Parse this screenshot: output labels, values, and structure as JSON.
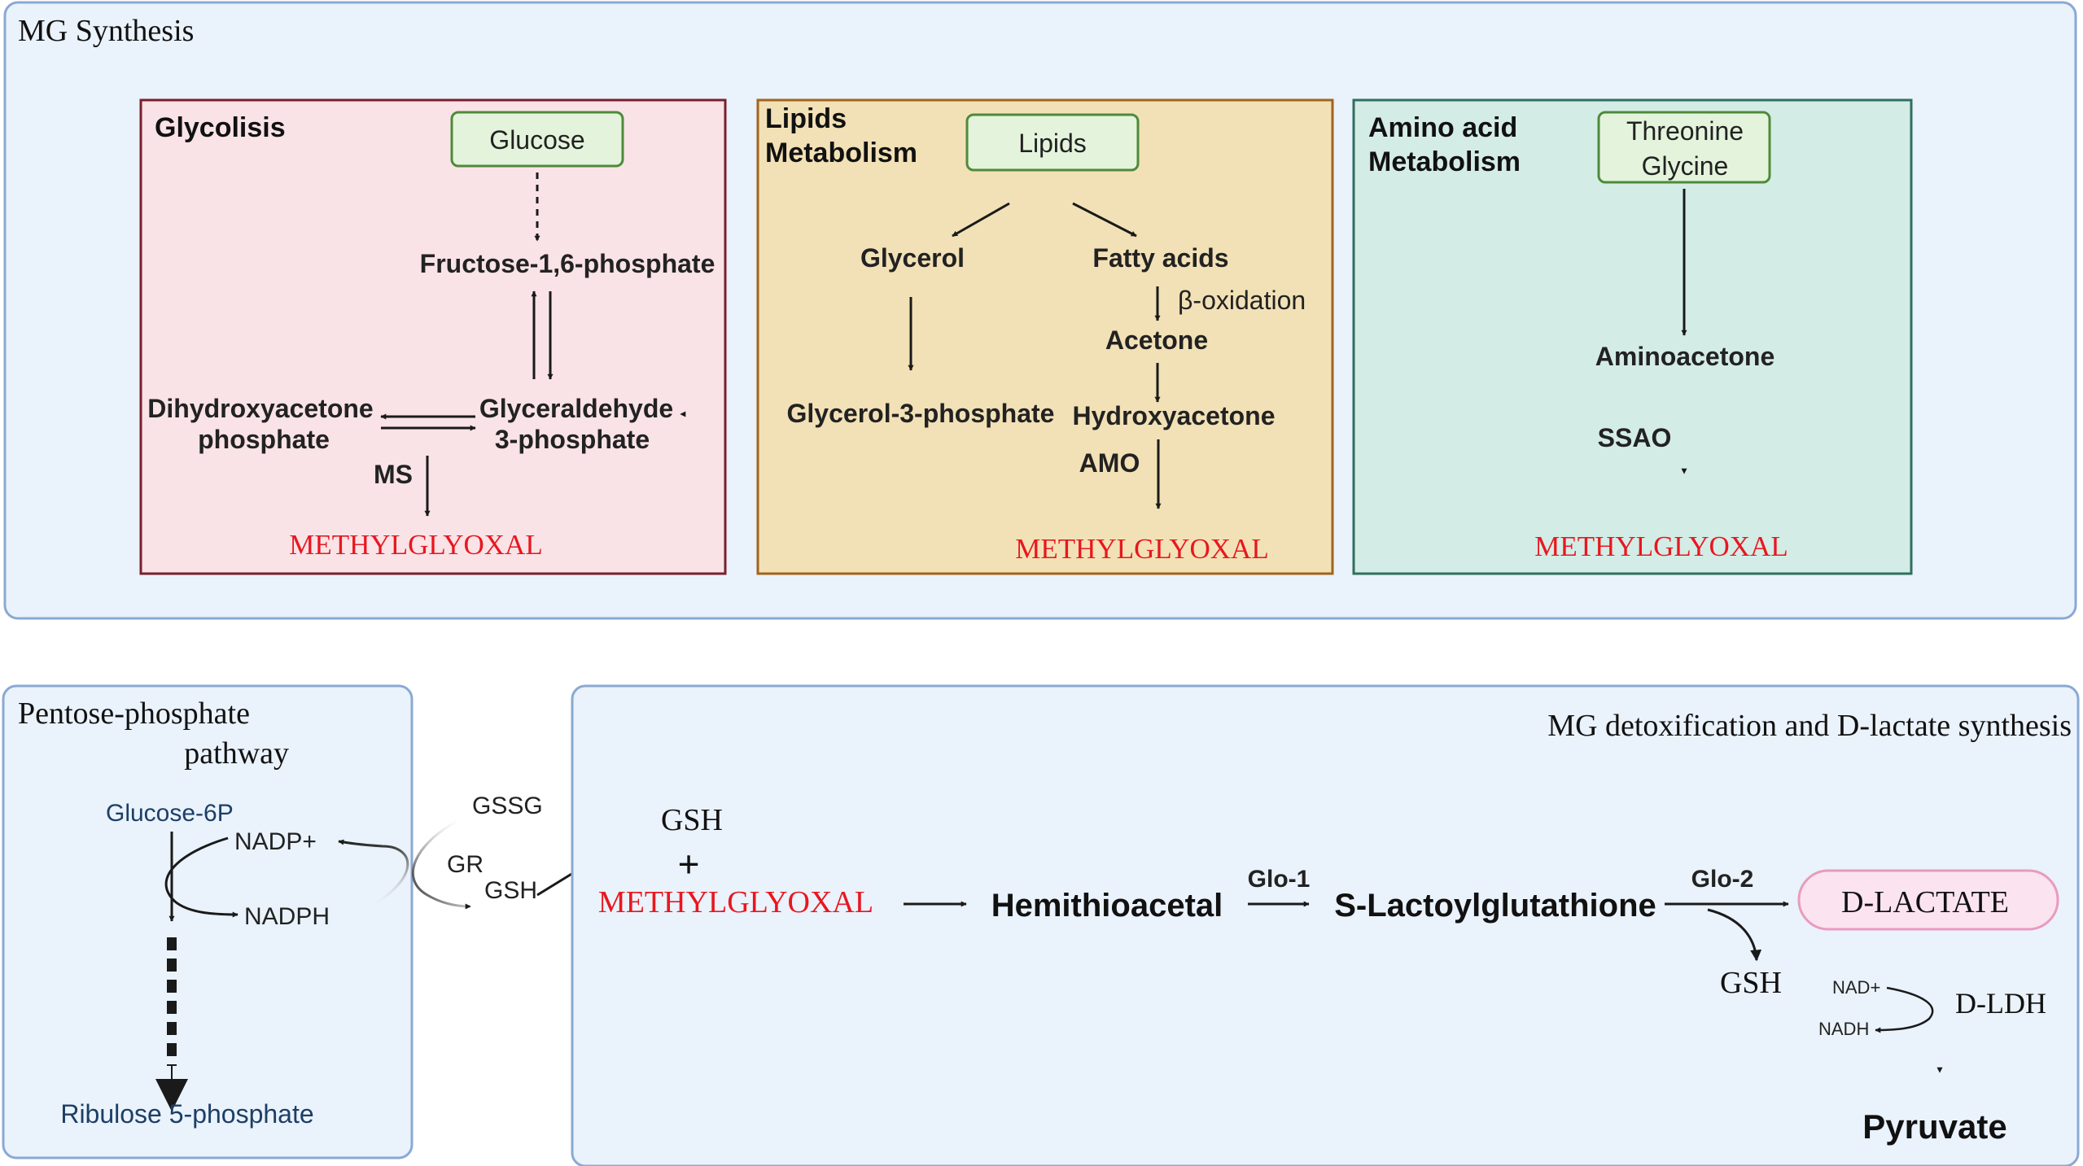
{
  "colors": {
    "panel_fill": "#eaf2fb",
    "panel_stroke": "#8aa9d3",
    "glyco_fill": "#f9e3e7",
    "glyco_stroke": "#7a1f2c",
    "lipid_fill": "#f2e1b6",
    "lipid_stroke": "#a0641c",
    "amino_fill": "#d4ece6",
    "amino_stroke": "#2f6f5f",
    "green_fill": "#e4f4dc",
    "green_stroke": "#4e8a3a",
    "red": "#e8171f",
    "blue_text": "#1c3f66",
    "dlactate_fill": "#fbe4ef",
    "dlactate_stroke": "#e99bbf"
  },
  "mg_synthesis": {
    "title": "MG Synthesis",
    "glycolisis": {
      "title": "Glycolisis",
      "glucose": "Glucose",
      "f16p": "Fructose-1,6-phosphate",
      "dhap_line1": "Dihydroxyacetone",
      "dhap_line2": "phosphate",
      "g3p_line1": "Glyceraldehyde",
      "g3p_line2": "3-phosphate",
      "ms": "MS",
      "product": "METHYLGLYOXAL"
    },
    "lipids": {
      "title_line1": "Lipids",
      "title_line2": "Metabolism",
      "lipids": "Lipids",
      "glycerol": "Glycerol",
      "fatty_acids": "Fatty acids",
      "beta_oxidation": "β-oxidation",
      "acetone": "Acetone",
      "glycerol_3p": "Glycerol-3-phosphate",
      "hydroxyacetone": "Hydroxyacetone",
      "amo": "AMO",
      "product": "METHYLGLYOXAL"
    },
    "amino": {
      "title_line1": "Amino acid",
      "title_line2": "Metabolism",
      "threonine": "Threonine",
      "glycine": "Glycine",
      "aminoacetone": "Aminoacetone",
      "ssao": "SSAO",
      "product": "METHYLGLYOXAL"
    }
  },
  "pentose": {
    "title_line1": "Pentose-phosphate",
    "title_line2": "pathway",
    "glucose_6p": "Glucose-6P",
    "nadp_plus": "NADP+",
    "nadph": "NADPH",
    "ribulose": "Ribulose 5-phosphate"
  },
  "gr_cycle": {
    "gssg": "GSSG",
    "gr": "GR",
    "gsh": "GSH"
  },
  "detox": {
    "title": "MG detoxification and D-lactate synthesis",
    "gsh": "GSH",
    "plus": "+",
    "methylglyoxal": "METHYLGLYOXAL",
    "hemithioacetal": "Hemithioacetal",
    "glo1": "Glo-1",
    "s_lactoyl": "S-Lactoylglutathione",
    "glo2": "Glo-2",
    "gsh_out": "GSH",
    "d_lactate": "D-LACTATE",
    "nad_plus": "NAD+",
    "nadh": "NADH",
    "d_ldh": "D-LDH",
    "pyruvate": "Pyruvate"
  }
}
